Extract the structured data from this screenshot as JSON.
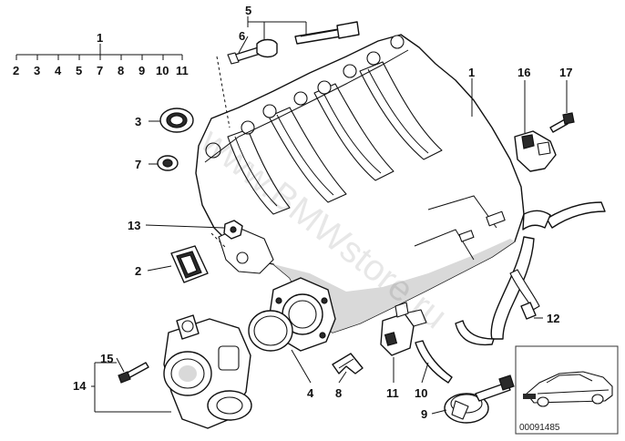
{
  "callouts": {
    "c1_top": "1",
    "c2": "2",
    "c3": "3",
    "c4": "4",
    "c5": "5",
    "c7": "7",
    "c8": "8",
    "c9": "9",
    "c10": "10",
    "c11": "11",
    "c12": "12",
    "c13": "13",
    "c14": "14",
    "c15": "15",
    "c16": "16",
    "c17": "17",
    "c6": "6",
    "c1_main": "1",
    "c2_low": "2",
    "c3_low": "3",
    "c7_low": "7",
    "c11_low": "11"
  },
  "group_row": [
    "2",
    "3",
    "4",
    "5",
    "7",
    "8",
    "9",
    "10",
    "11"
  ],
  "reference_number": "00091485",
  "watermark": "www.BMWstore.ru",
  "colors": {
    "line": "#111111",
    "background": "#ffffff",
    "dark": "#2a2a2a"
  }
}
